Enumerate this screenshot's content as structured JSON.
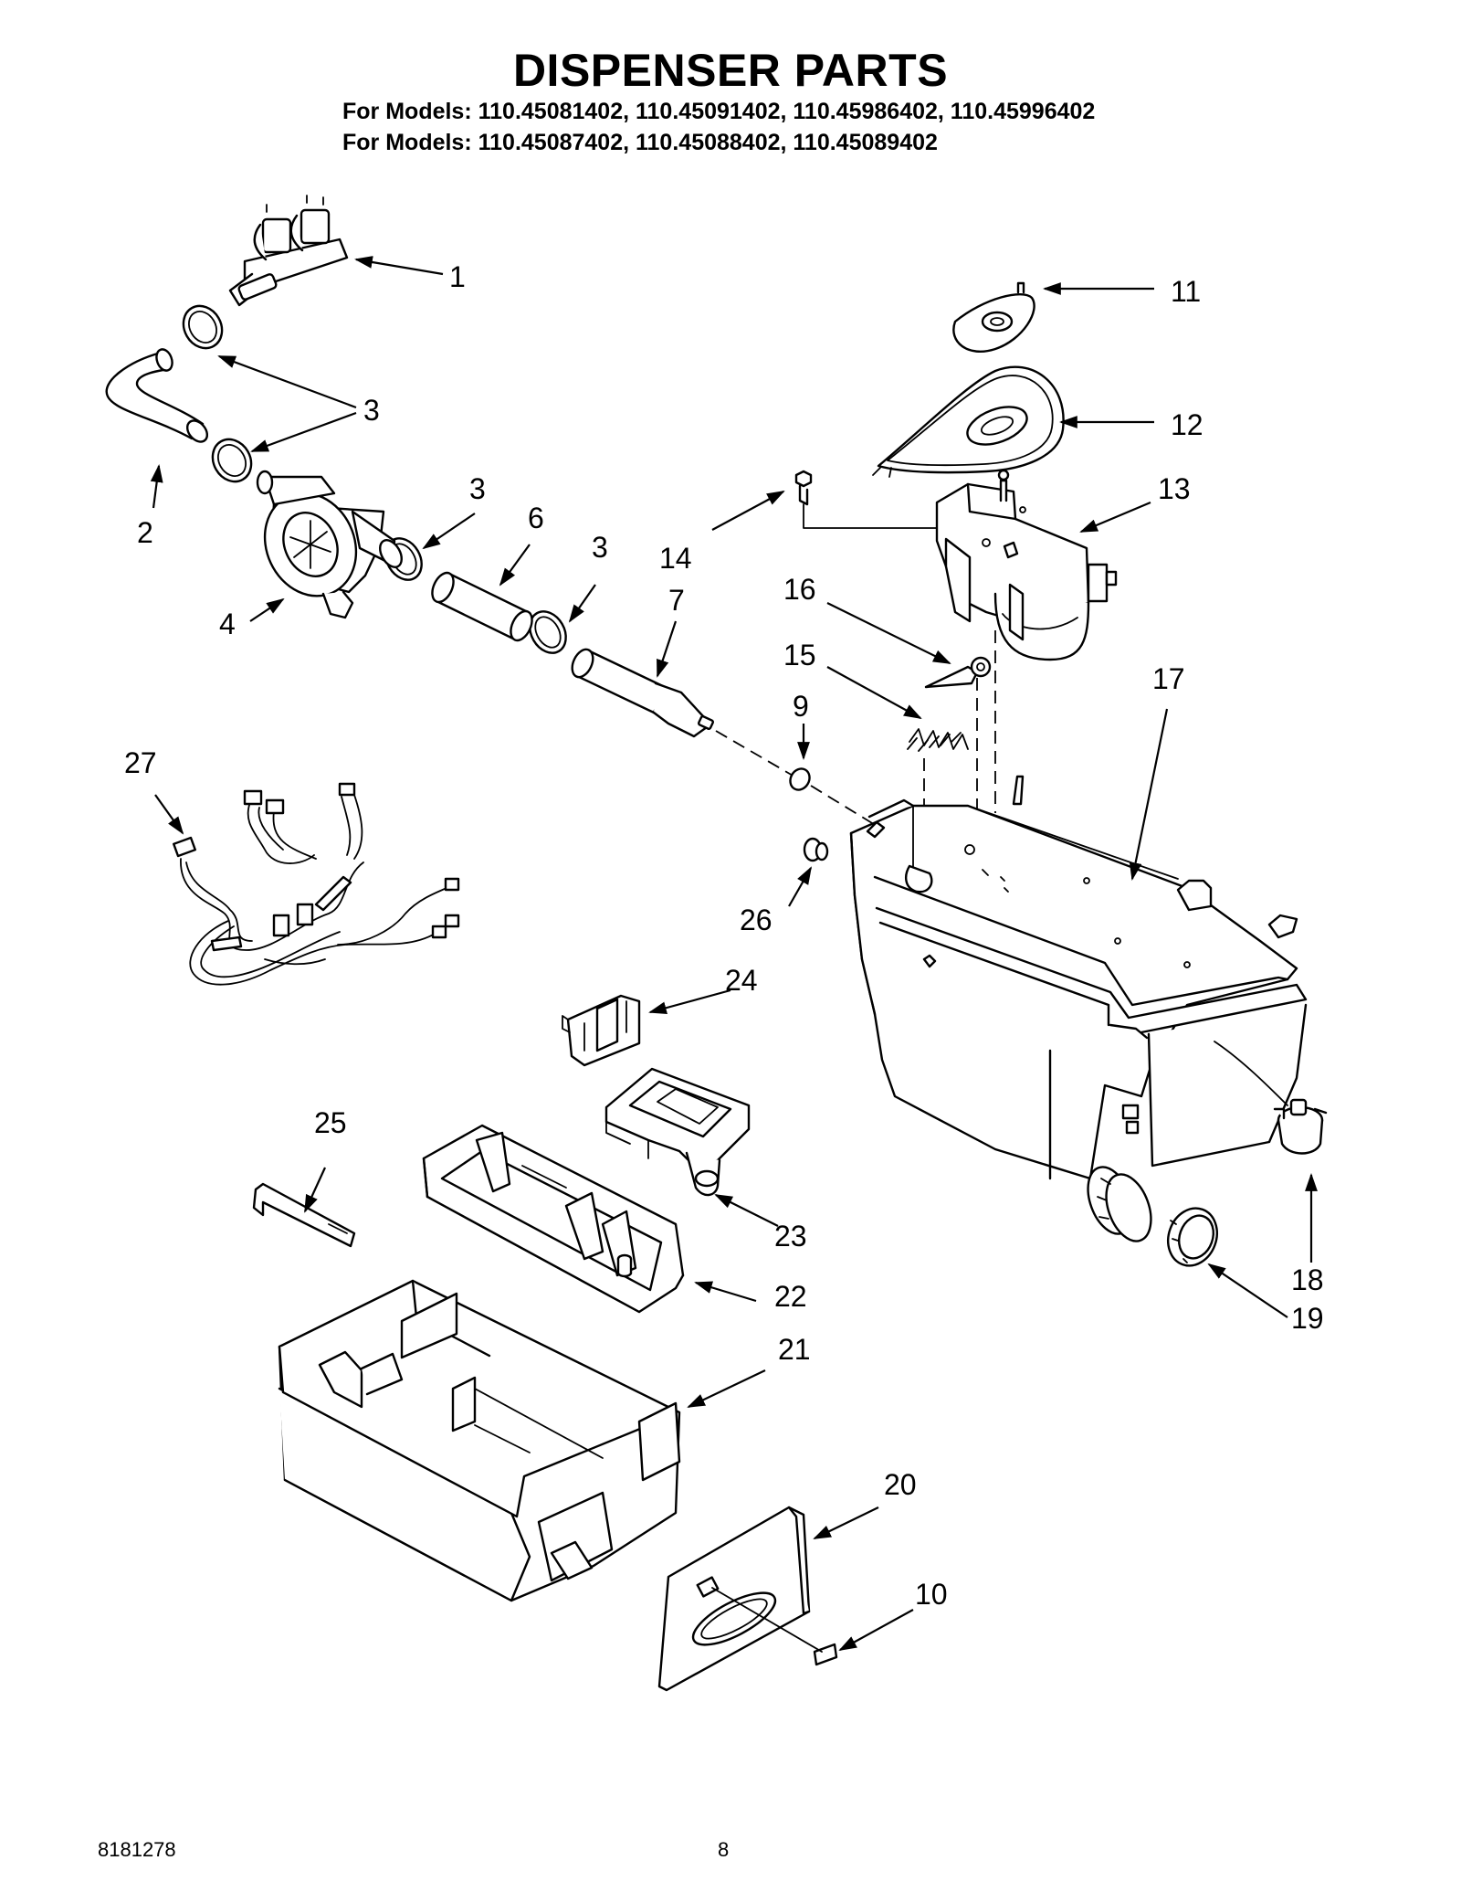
{
  "header": {
    "title": "DISPENSER PARTS",
    "models_line_1": "For Models: 110.45081402, 110.45091402, 110.45986402, 110.45996402",
    "models_line_2": "For Models: 110.45087402, 110.45088402, 110.45089402"
  },
  "callouts": {
    "c1": "1",
    "c2": "2",
    "c3a": "3",
    "c3b": "3",
    "c3c": "3",
    "c4": "4",
    "c6": "6",
    "c7": "7",
    "c9": "9",
    "c10": "10",
    "c11": "11",
    "c12": "12",
    "c13": "13",
    "c14": "14",
    "c15": "15",
    "c16": "16",
    "c17": "17",
    "c18": "18",
    "c19": "19",
    "c20": "20",
    "c21": "21",
    "c22": "22",
    "c23": "23",
    "c24": "24",
    "c25": "25",
    "c26": "26",
    "c27": "27"
  },
  "footer": {
    "doc_number": "8181278",
    "page_number": "8"
  }
}
